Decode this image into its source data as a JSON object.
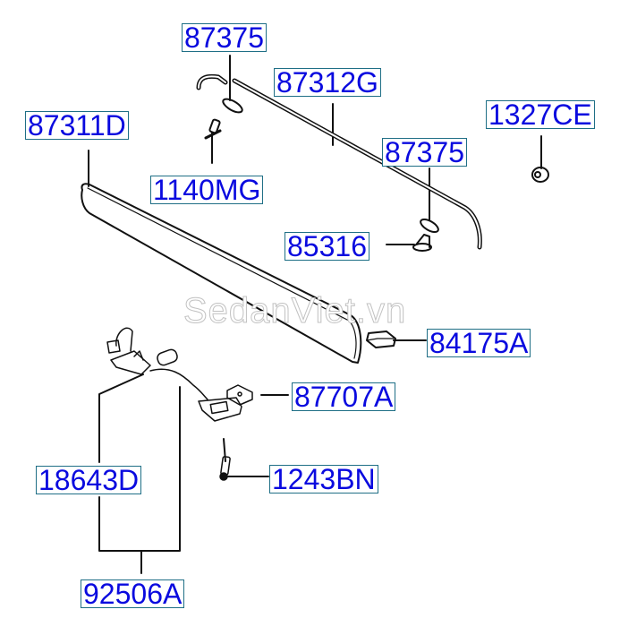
{
  "diagram": {
    "type": "parts-exploded-view",
    "watermark": "SedanViet.vn",
    "colors": {
      "label_text": "#0a0adf",
      "label_border": "#1f6f86",
      "line": "#111111",
      "watermark": "#c2c2c2"
    },
    "parts": [
      {
        "id": "p1",
        "label": "87375",
        "description": "clip (top left)"
      },
      {
        "id": "p2",
        "label": "87312G",
        "description": "moulding strip"
      },
      {
        "id": "p3",
        "label": "1327CE",
        "description": "nut / grommet"
      },
      {
        "id": "p4",
        "label": "87311D",
        "description": "tailgate garnish"
      },
      {
        "id": "p5",
        "label": "1140MG",
        "description": "screw"
      },
      {
        "id": "p6",
        "label": "87375",
        "description": "clip (right)"
      },
      {
        "id": "p7",
        "label": "85316",
        "description": "fastener clip"
      },
      {
        "id": "p8",
        "label": "84175A",
        "description": "pad"
      },
      {
        "id": "p9",
        "label": "87707A",
        "description": "clip nut"
      },
      {
        "id": "p10",
        "label": "1243BN",
        "description": "tapping screw"
      },
      {
        "id": "p11",
        "label": "18643D",
        "description": "bulb"
      },
      {
        "id": "p12",
        "label": "92506A",
        "description": "license plate lamp assembly"
      }
    ]
  }
}
